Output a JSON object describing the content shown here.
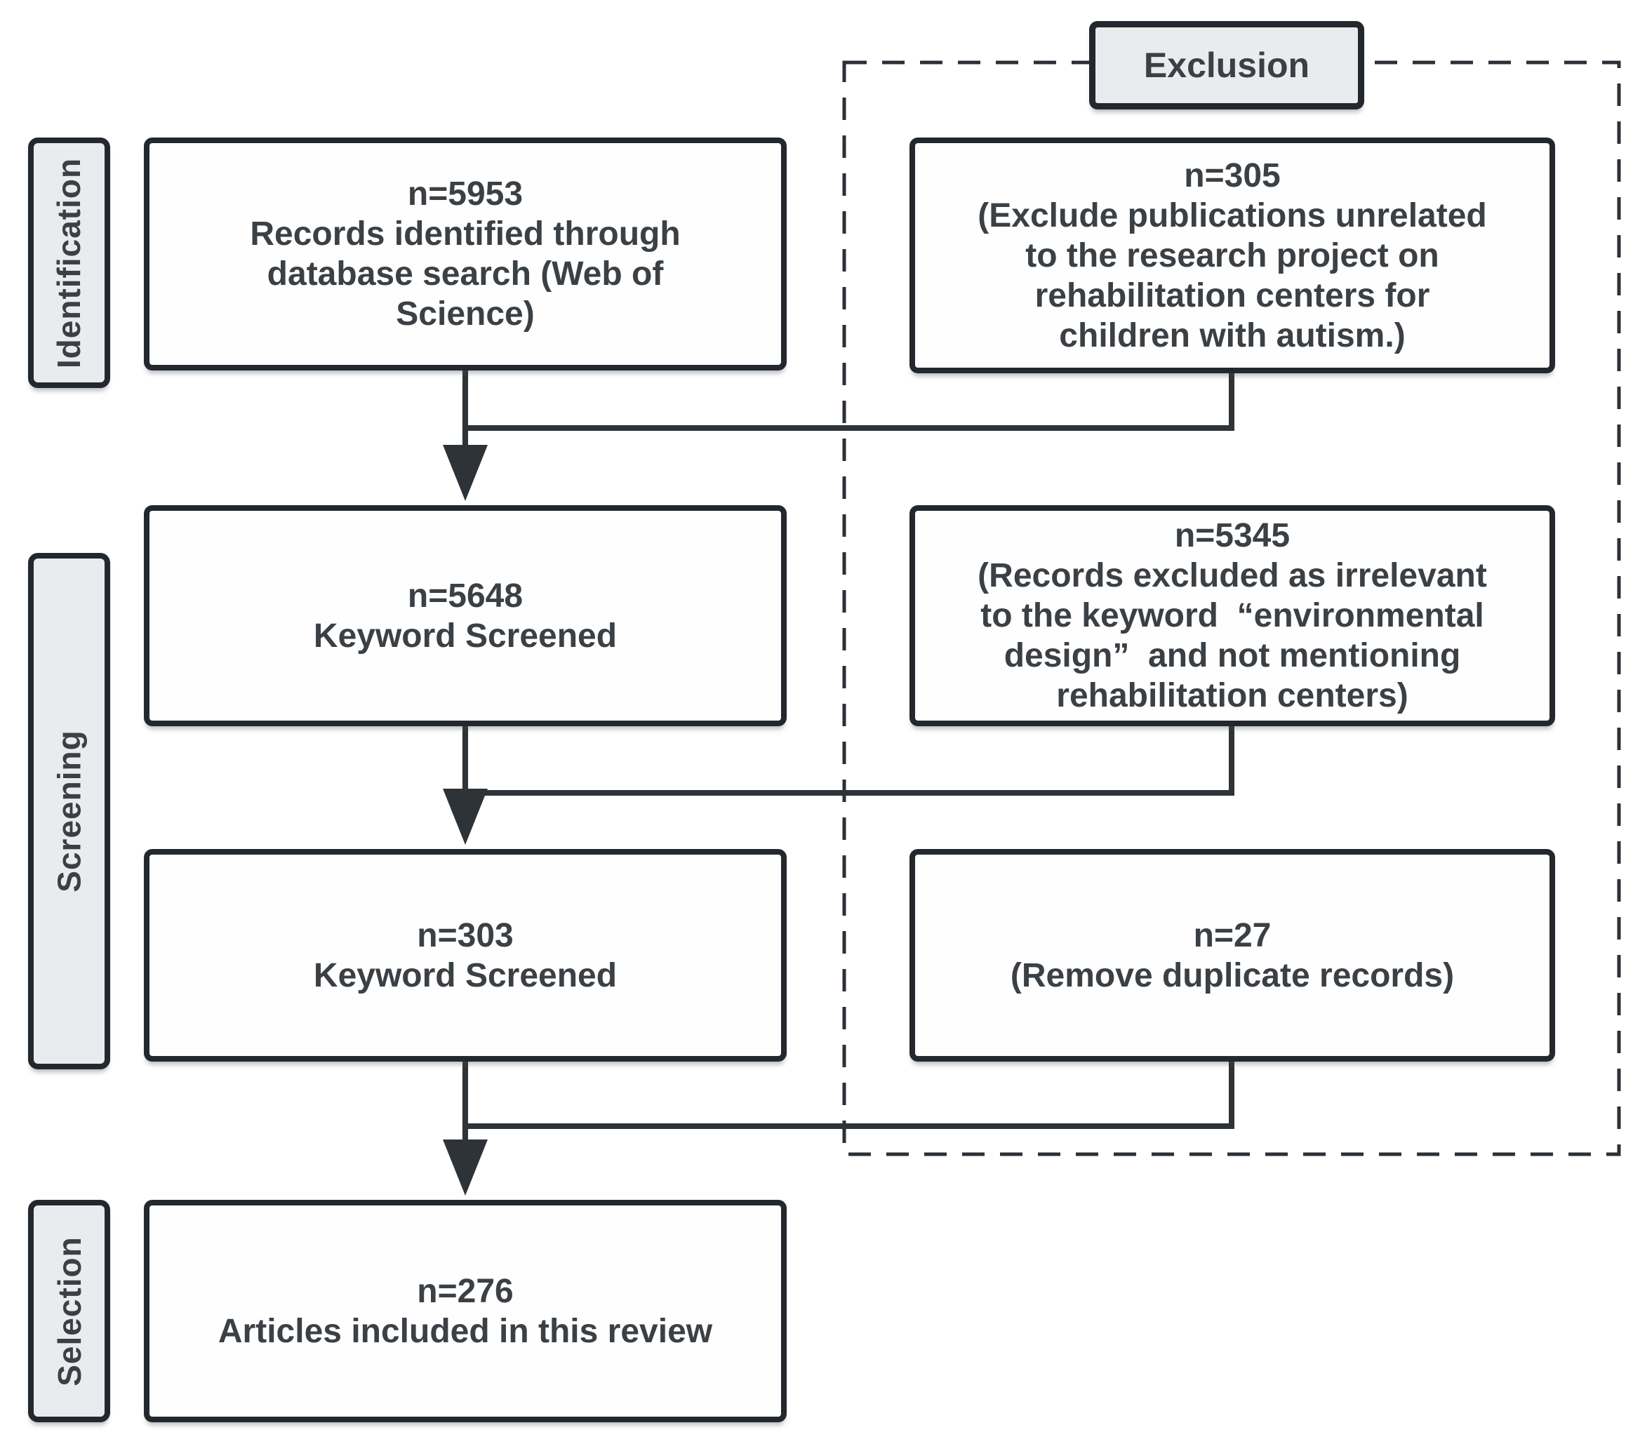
{
  "diagram": {
    "stages": [
      {
        "id": "identification",
        "label": "Identification"
      },
      {
        "id": "screening",
        "label": "Screening"
      },
      {
        "id": "selection",
        "label": "Selection"
      }
    ],
    "flow_boxes": [
      {
        "id": "identified",
        "count": "n=5953",
        "description": "Records identified through\ndatabase search (Web of\nScience)"
      },
      {
        "id": "keyword-screened-1",
        "count": "n=5648",
        "description": "Keyword Screened"
      },
      {
        "id": "keyword-screened-2",
        "count": "n=303",
        "description": "Keyword Screened"
      },
      {
        "id": "included",
        "count": "n=276",
        "description": "Articles included in this review"
      }
    ],
    "exclusion": {
      "title": "Exclusion",
      "boxes": [
        {
          "id": "unrelated",
          "count": "n=305",
          "description": "(Exclude publications unrelated\nto the research project on\nrehabilitation centers for\nchildren with autism.)"
        },
        {
          "id": "irrelevant-keyword",
          "count": "n=5345",
          "description": "(Records excluded as irrelevant\nto the keyword  “environmental\ndesign”  and not mentioning\nrehabilitation centers)"
        },
        {
          "id": "duplicates",
          "count": "n=27",
          "description": "(Remove duplicate records)"
        }
      ]
    },
    "colors": {
      "border": "#23282e",
      "line": "#2e3338",
      "text": "#3b4045",
      "label-fill": "#e9ebee",
      "box-fill": "#fefefe",
      "dash": "#2b3036",
      "background": "#ffffff"
    }
  }
}
